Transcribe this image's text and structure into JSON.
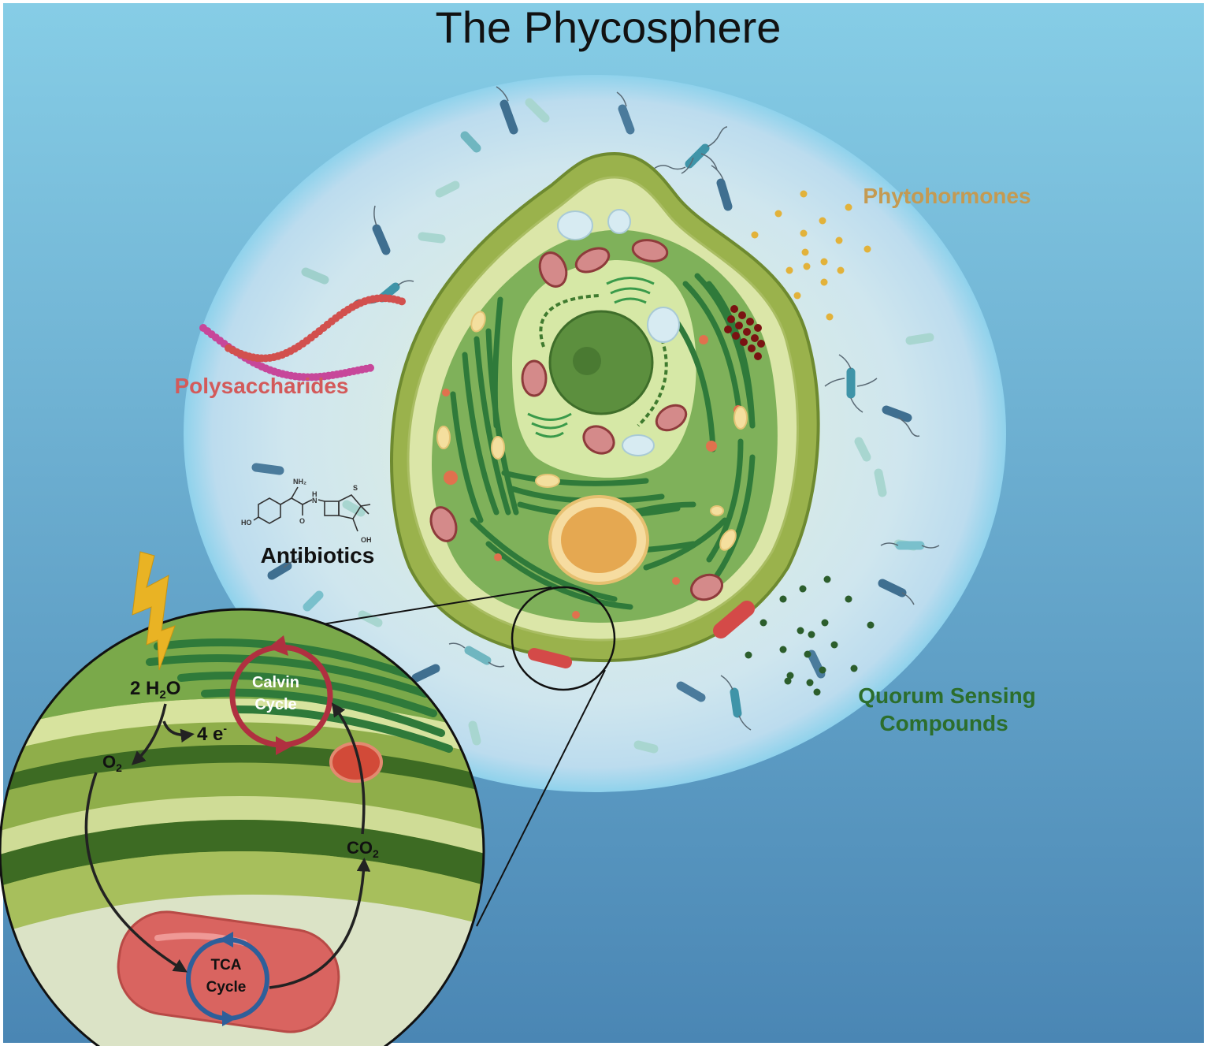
{
  "title": "The Phycosphere",
  "labels": {
    "phytohormones": "Phytohormones",
    "polysaccharides": "Polysaccharides",
    "antibiotics": "Antibiotics",
    "quorum_line1": "Quorum Sensing",
    "quorum_line2": "Compounds"
  },
  "inset": {
    "water": "2 H",
    "water_sub": "2",
    "water_tail": "O",
    "electrons": "4 e",
    "electrons_sup": "-",
    "oxygen": "O",
    "oxygen_sub": "2",
    "co2": "CO",
    "co2_sub": "2",
    "calvin_line1": "Calvin",
    "calvin_line2": "Cycle",
    "tca_line1": "TCA",
    "tca_line2": "Cycle"
  },
  "molecule_labels": {
    "nh2": "NH₂",
    "ho": "HO",
    "h": "H",
    "n": "N",
    "s": "S",
    "o": "O",
    "oh": "OH"
  },
  "colors": {
    "sea_top": "#86cde6",
    "sea_bottom": "#4a86b4",
    "phycosphere": "#d6ecf0",
    "phytohormones": "#c49a52",
    "polysaccharides": "#d35a5a",
    "quorum": "#2c6e2c",
    "cell_wall": "#7d9a3a",
    "chloroplast": "#2f7a3a",
    "mitochondrion": "#d06060"
  }
}
